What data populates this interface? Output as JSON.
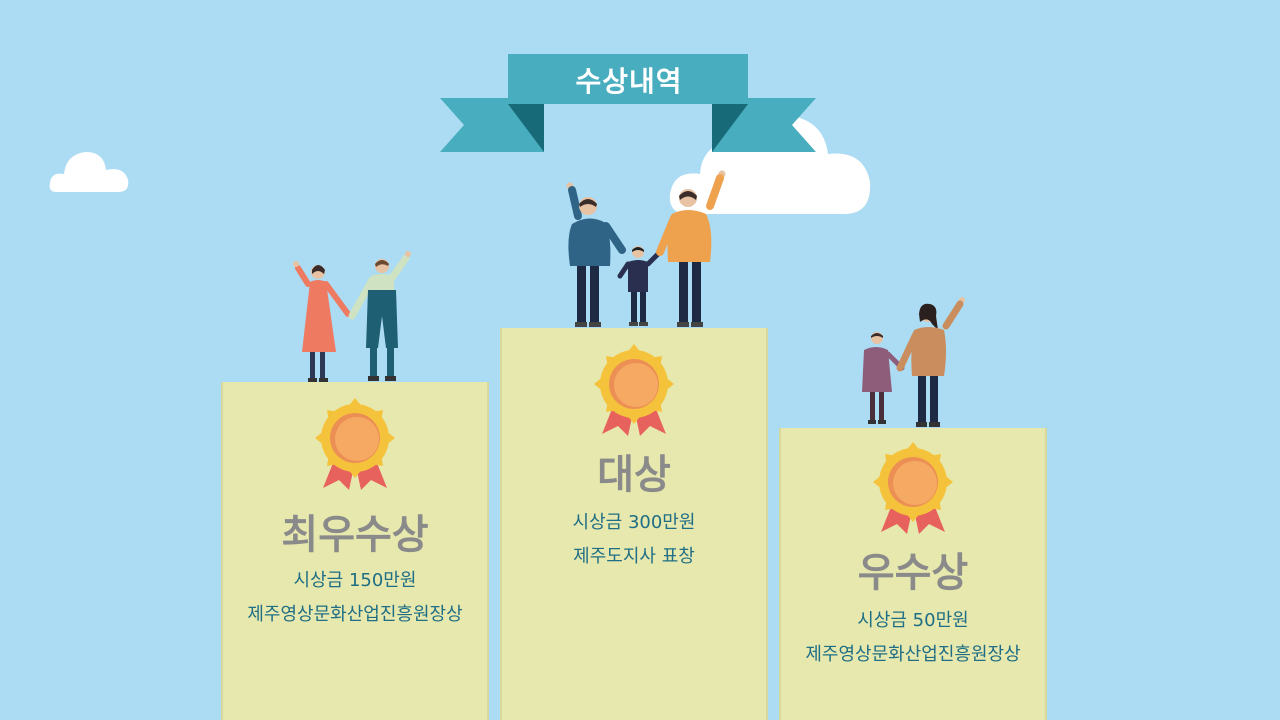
{
  "title": "수상내역",
  "colors": {
    "sky": "#acdcf3",
    "banner": "#48aebf",
    "podium": "#e6e8ae",
    "award_text": "#8a8a8a",
    "detail_text": "#1f6e86"
  },
  "awards": [
    {
      "name": "최우수상",
      "prize": "시상금 150만원",
      "citation": "제주영상문화산업진흥원장상"
    },
    {
      "name": "대상",
      "prize": "시상금 300만원",
      "citation": "제주도지사 표창"
    },
    {
      "name": "우수상",
      "prize": "시상금 50만원",
      "citation": "제주영상문화산업진흥원장상"
    }
  ]
}
